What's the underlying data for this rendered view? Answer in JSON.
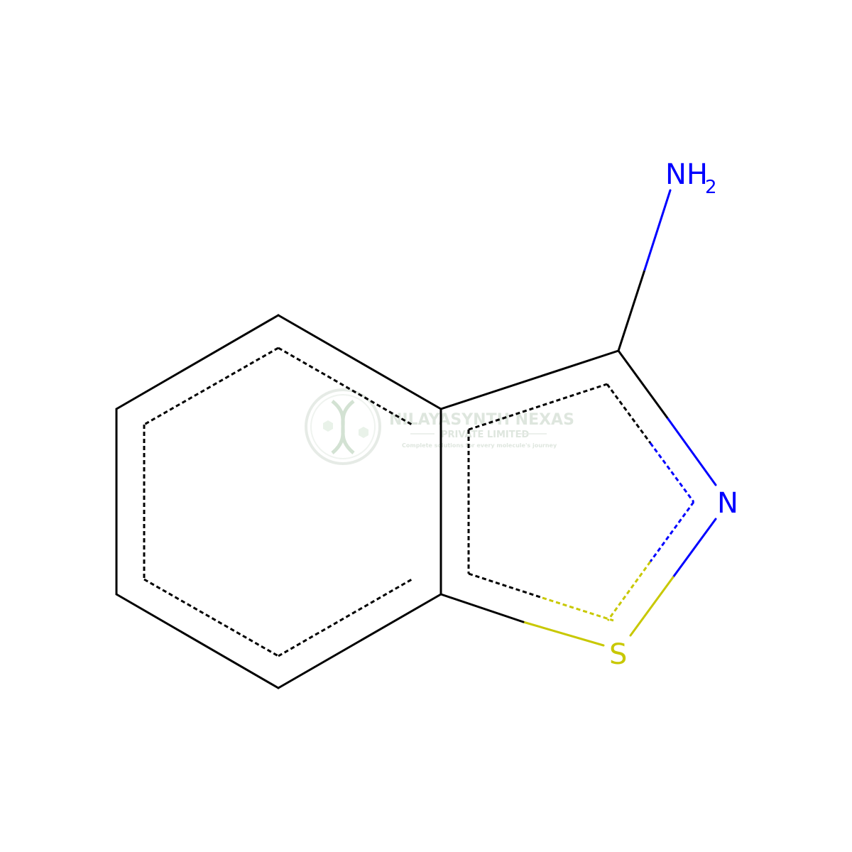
{
  "molecule": {
    "atoms": {
      "amine": {
        "symbol": "NH",
        "subscript": "2",
        "color": "#0000ff"
      },
      "ring_nitrogen": {
        "symbol": "N",
        "color": "#0000ff"
      },
      "sulfur": {
        "symbol": "S",
        "color": "#c8c800"
      }
    },
    "colors": {
      "bond": "#000000",
      "nitrogen": "#0000ff",
      "sulfur": "#c8c800"
    }
  },
  "watermark": {
    "line1": "NILAYASYNTH NEXAS",
    "line2": "PRIVATE LIMITED",
    "line3": "Complete solutions for every molecule's journey",
    "color": "#b8c8b8"
  }
}
